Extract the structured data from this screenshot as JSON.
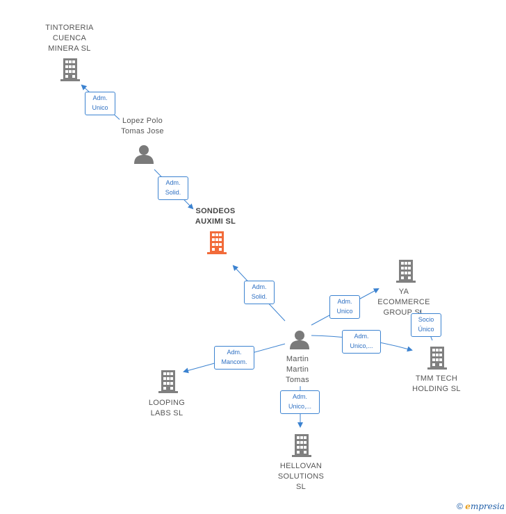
{
  "colors": {
    "edge": "#3b82d0",
    "company": "#808080",
    "main_company": "#f26b3a",
    "person": "#7a7a7a"
  },
  "nodes": {
    "tintoreria": {
      "label": "TINTORERIA\nCUENCA\nMINERA  SL",
      "icon": "building-icon"
    },
    "lopez": {
      "label": "Lopez Polo\nTomas Jose",
      "icon": "person-icon"
    },
    "sondeos": {
      "label": "SONDEOS\nAUXIMI  SL",
      "icon": "building-icon"
    },
    "ya": {
      "label": "YA\nECOMMERCE\nGROUP  SL",
      "icon": "building-icon"
    },
    "martin": {
      "label": "Martin\nMartin\nTomas",
      "icon": "person-icon"
    },
    "tmm": {
      "label": "TMM TECH\nHOLDING  SL",
      "icon": "building-icon"
    },
    "looping": {
      "label": "LOOPING\nLABS  SL",
      "icon": "building-icon"
    },
    "hellovan": {
      "label": "HELLOVAN\nSOLUTIONS\nSL",
      "icon": "building-icon"
    }
  },
  "edges": {
    "lopez_tintoreria": "Adm.\nUnico",
    "lopez_sondeos": "Adm.\nSolid.",
    "martin_sondeos": "Adm.\nSolid.",
    "martin_ya": "Adm.\nUnico",
    "martin_tmm": "Adm.\nUnico,...",
    "ya_tmm": "Socio\nÚnico",
    "martin_looping": "Adm.\nMancom.",
    "martin_hellovan": "Adm.\nUnico,..."
  },
  "footer": {
    "copyright": "©",
    "brand_first": "e",
    "brand_rest": "mpresia"
  }
}
